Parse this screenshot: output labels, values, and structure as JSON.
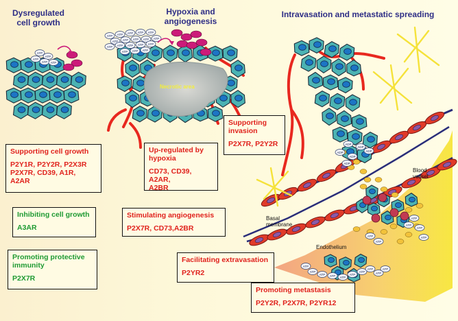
{
  "titles": {
    "growth": "Dysregulated\ncell growth",
    "hypoxia": "Hypoxia and\nangiogenesis",
    "intravasation": "Intravasation and metastatic spreading"
  },
  "labels": {
    "necrotic": "Necrotic area",
    "blood_vessel": "Blood\nvessel",
    "basal_membrane": "Basal\nmembrane",
    "endothelium": "Endothelium",
    "atp": "ATP",
    "adp": "ADP"
  },
  "boxes": {
    "supporting_growth": {
      "heading": "Supporting cell growth",
      "text": "P2Y1R, P2Y2R, P2X3R\nP2X7R, CD39, A1R, A2AR"
    },
    "inhibiting_growth": {
      "heading": "Inhibiting cell growth",
      "text": "A3AR"
    },
    "protective_immunity": {
      "heading": "Promoting protective\nimmunity",
      "text": "P2X7R"
    },
    "upregulated_hypoxia": {
      "heading": "Up-regulated by\nhypoxia",
      "text": "CD73, CD39, A2AR,\nA2BR"
    },
    "stimulating_angiogenesis": {
      "heading": "Stimulating angiogenesis",
      "text": "P2X7R, CD73,A2BR"
    },
    "supporting_invasion": {
      "heading": "Supporting\ninvasion",
      "text": "P2X7R, P2Y2R"
    },
    "facilitating_extravasation": {
      "heading": "Facilitating extravasation",
      "text": "P2YR2"
    },
    "promoting_metastasis": {
      "heading": "Promoting metastasis",
      "text": "P2Y2R, P2X7R, P2YR12"
    }
  },
  "colors": {
    "cell": "#4bb3b3",
    "nucleus": "#1c75c5",
    "vessel": "#e8281f",
    "red_text": "#e0221d",
    "green_text": "#1e9a33",
    "title": "#2e2e86",
    "platelet": "#f2c23a",
    "magenta": "#cc1b79",
    "fibroblast": "#f5e23a"
  }
}
